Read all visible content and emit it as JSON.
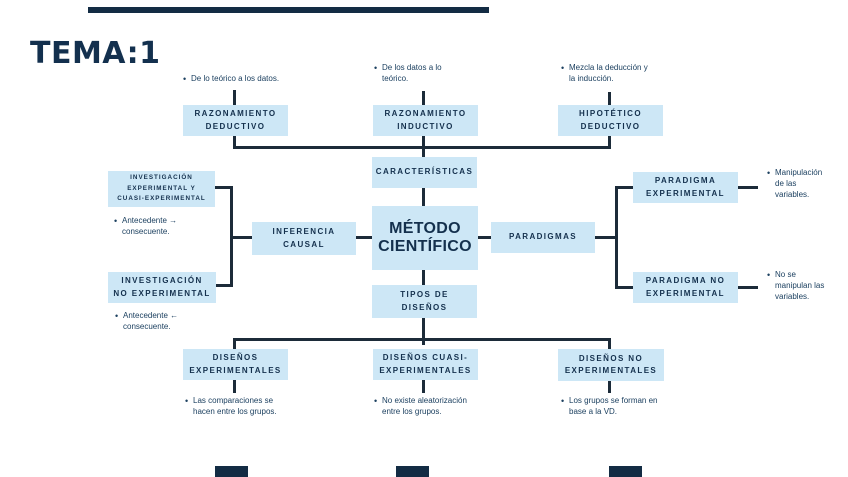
{
  "page": {
    "title": "TEMA:1"
  },
  "colors": {
    "navy": "#13304e",
    "node_fill": "#cde7f6",
    "line": "#1c2b39"
  },
  "diagram": {
    "center": {
      "label": "MÉTODO\nCIENTÍFICO"
    },
    "branches": {
      "caracteristicas": {
        "label": "CARACTERÍSTICAS"
      },
      "paradigmas": {
        "label": "PARADIGMAS"
      },
      "inferencia_causal": {
        "label": "INFERENCIA\nCAUSAL"
      },
      "tipos_disenos": {
        "label": "TIPOS DE\nDISEÑOS"
      }
    },
    "nodes": {
      "raz_deductivo": {
        "label": "RAZONAMIENTO\nDEDUCTIVO",
        "note": "De lo teórico a los datos."
      },
      "raz_inductivo": {
        "label": "RAZONAMIENTO\nINDUCTIVO",
        "note": "De los datos a lo\nteórico."
      },
      "hipotetico_deductivo": {
        "label": "HIPOTÉTICO\nDEDUCTIVO",
        "note": "Mezcla la deducción y\nla inducción."
      },
      "inv_experimental": {
        "label": "INVESTIGACIÓN\nEXPERIMENTAL Y\nCUASI-EXPERIMENTAL",
        "note": "Antecedente →\nconsecuente."
      },
      "inv_no_experimental": {
        "label": "INVESTIGACIÓN\nNO EXPERIMENTAL",
        "note": "Antecedente ←\nconsecuente."
      },
      "paradigma_experimental": {
        "label": "PARADIGMA\nEXPERIMENTAL",
        "note": "Manipulación\nde las\nvariables."
      },
      "paradigma_no_experimental": {
        "label": "PARADIGMA NO\nEXPERIMENTAL",
        "note": "No se\nmanipulan las\nvariables."
      },
      "disenos_experimentales": {
        "label": "DISEÑOS\nEXPERIMENTALES",
        "note": "Las comparaciones se\nhacen entre los grupos."
      },
      "disenos_cuasi_experimentales": {
        "label": "DISEÑOS CUASI-\nEXPERIMENTALES",
        "note": "No existe aleatorización\nentre los grupos."
      },
      "disenos_no_experimentales": {
        "label": "DISEÑOS NO\nEXPERIMENTALES",
        "note": "Los grupos se forman en\nbase a la VD."
      }
    }
  }
}
